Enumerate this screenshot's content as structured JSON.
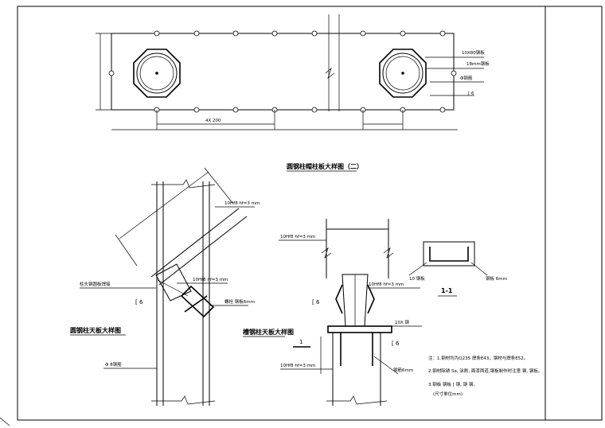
{
  "plan": {
    "label_plate": "10X80钢板",
    "label_gap": "18mm钢板",
    "label_rod": "Φ钢筋",
    "label_channel": "[ 6",
    "dim_label": "4X 200"
  },
  "titles": {
    "plan_title": "圆钢柱帽柱板大样图（二）",
    "left_title": "圆钢柱天板大样图",
    "right_title": "槽钢柱天板大样图",
    "section_title": "1-1"
  },
  "left_detail": {
    "weld_label": "10Hf8 hf=3 mm",
    "joint_label": "柱头钢圆板焊接",
    "weld_label_2": "10Hf8 hf=3 mm",
    "channel_label": "[ 6",
    "bolt_label": "螺栓 钢板6mm",
    "rod_label": "Φ 8钢筋"
  },
  "right_detail": {
    "top_label": "10Hf8 hf=3 mm",
    "weld_label": "10Hf8 hf=3 mm",
    "channel_label_1": "[ 6",
    "plate_label": "10X 钢",
    "channel_label_2": "[ 6",
    "rod_label": "钢筋6mm",
    "bottom_label": "10Hf8 hf=3 mm",
    "section_mark": "1"
  },
  "section": {
    "left_label": "10 钢板",
    "right_label": "钢板 6mm"
  },
  "notes": {
    "line1": "注：1.钢材均为Q235 焊条E43，钢材与焊条E52。",
    "line2": "2.钢材除锈 Sa, 涂刷, 面漆两道,钢板制作时注意 钢, 钢板。",
    "line3": "3.钢板 钢板  [ 钢, 钢 钢。",
    "line4": "(尺寸单位mm)"
  }
}
